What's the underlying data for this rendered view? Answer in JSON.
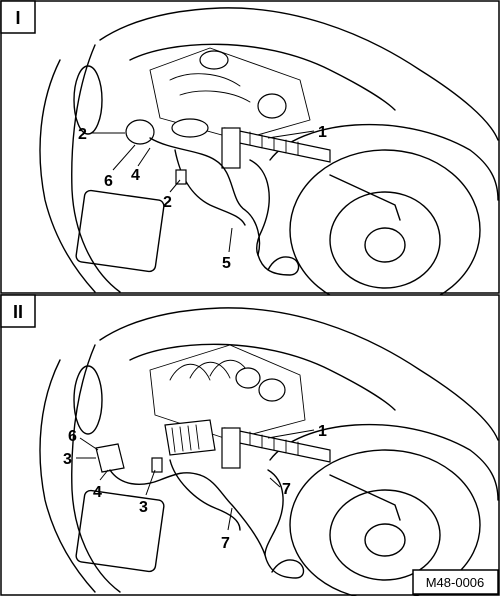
{
  "panels": [
    {
      "tag": "I",
      "callouts": {
        "c1": "1",
        "c2a": "2",
        "c6": "6",
        "c4": "4",
        "c2b": "2",
        "c5": "5"
      }
    },
    {
      "tag": "II",
      "callouts": {
        "c1": "1",
        "c6": "6",
        "c3a": "3",
        "c4": "4",
        "c3b": "3",
        "c7a": "7",
        "c7b": "7"
      }
    }
  ],
  "reference_code": "M48-0006"
}
